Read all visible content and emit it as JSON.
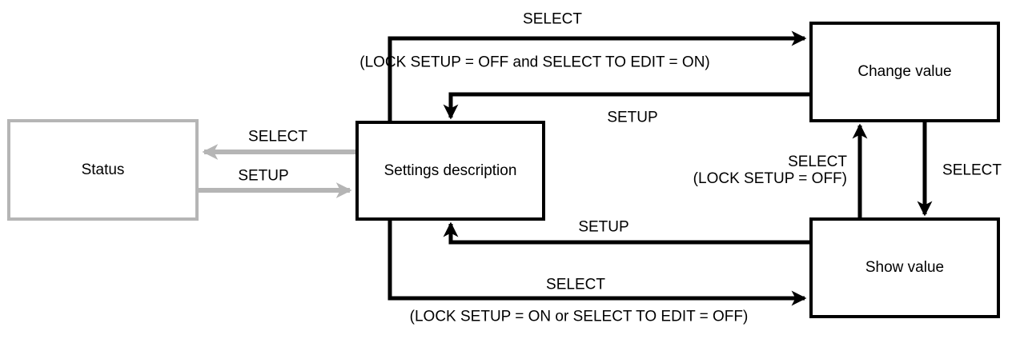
{
  "colors": {
    "line": "#000000",
    "inactive": "#b5b5b5",
    "text": "#000000",
    "background": "#ffffff"
  },
  "states": {
    "status": {
      "label": "Status"
    },
    "settings": {
      "label": "Settings description"
    },
    "change": {
      "label": "Change value"
    },
    "show": {
      "label": "Show value"
    }
  },
  "edges": {
    "settings_to_change": {
      "label": "SELECT",
      "condition": "(LOCK SETUP = OFF and SELECT TO EDIT = ON)"
    },
    "change_to_settings": {
      "label": "SETUP"
    },
    "settings_to_status": {
      "label": "SELECT"
    },
    "status_to_settings": {
      "label": "SETUP"
    },
    "show_to_change": {
      "label": "SELECT",
      "condition": "(LOCK SETUP = OFF)"
    },
    "change_to_show": {
      "label": "SELECT"
    },
    "show_to_settings": {
      "label": "SETUP"
    },
    "settings_to_show": {
      "label": "SELECT",
      "condition": "(LOCK SETUP = ON or SELECT TO EDIT = OFF)"
    }
  }
}
